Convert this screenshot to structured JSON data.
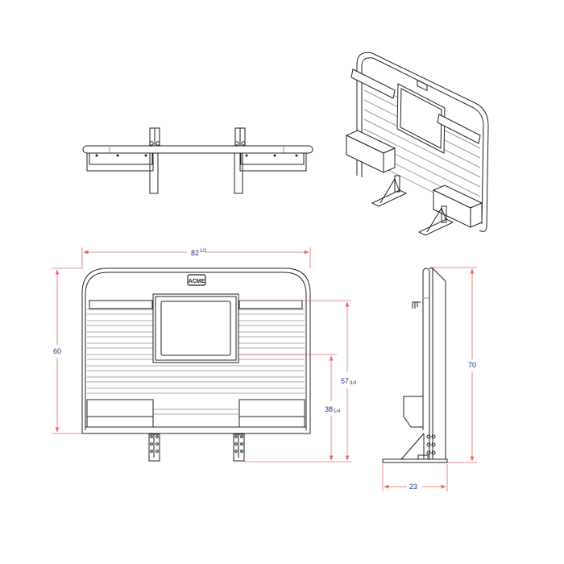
{
  "drawing": {
    "title": "Headache rack technical drawing",
    "views": [
      "top-view",
      "isometric-view",
      "front-view",
      "side-view"
    ],
    "colors": {
      "line": "#222222",
      "light_line": "#9a9a9a",
      "dimension_line": "#e0363a",
      "dimension_text": "#2a2a8a",
      "background": "#ffffff"
    }
  },
  "front_view": {
    "logo_text": "ACME",
    "dimensions": {
      "overall_width": {
        "whole": "82",
        "fraction": "1/2"
      },
      "overall_height": {
        "whole": "60",
        "fraction": ""
      },
      "window_top_height": {
        "whole": "57",
        "fraction": "3/4"
      },
      "window_bottom_height": {
        "whole": "38",
        "fraction": "1/4"
      }
    }
  },
  "side_view": {
    "dimensions": {
      "total_height": "70",
      "base_depth": "23"
    }
  }
}
